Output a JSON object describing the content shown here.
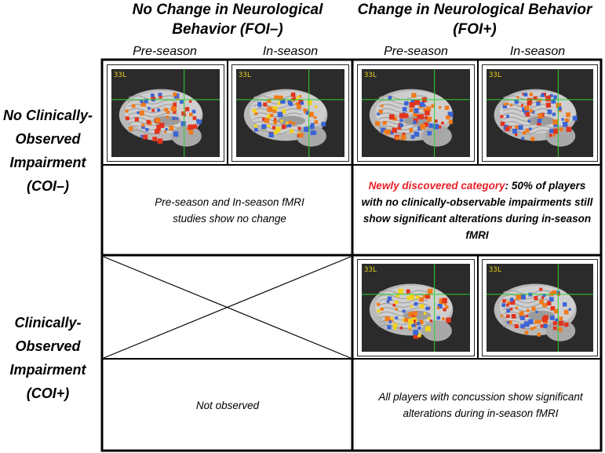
{
  "headers": {
    "foi_minus": "No Change in Neurological Behavior (FOI–)",
    "foi_plus": "Change in Neurological Behavior (FOI+)"
  },
  "subheaders": [
    "Pre-season",
    "In-season",
    "Pre-season",
    "In-season"
  ],
  "rows": {
    "coi_minus": "No Clinically-Observed Impairment (COI–)",
    "coi_plus": "Clinically-Observed Impairment (COI+)"
  },
  "slice_label": "33L",
  "cells": {
    "no_change": "Pre-season and In-season fMRI studies show no change",
    "new_category_highlight": "Newly discovered category",
    "new_category_rest": ": 50% of players with no clinically-observable impairments still show significant alterations during in-season fMRI",
    "not_observed": "Not observed",
    "concussion": "All players with concussion show significant alterations during in-season fMRI"
  },
  "colors": {
    "highlight": "#e8202a",
    "crosshair": "#2fd12f",
    "scan_bg": "#2b2b2b",
    "activation_red": "#e3331d",
    "activation_orange": "#f07a1a",
    "activation_yellow": "#f2d21a",
    "activation_blue": "#3b64d6"
  }
}
